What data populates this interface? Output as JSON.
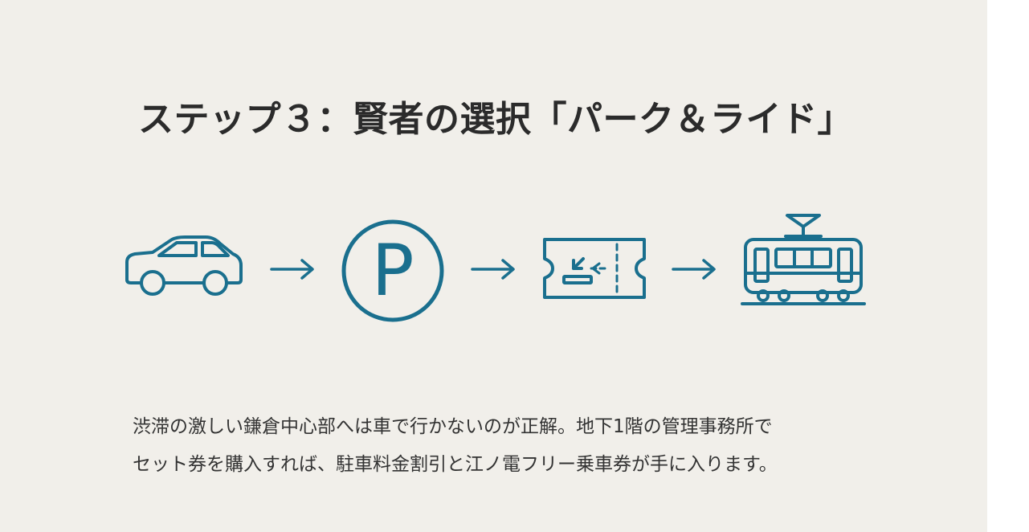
{
  "title": "ステップ３：賢者の選択「パーク＆ライド」",
  "body": {
    "line1": "渋滞の激しい鎌倉中心部へは車で行かないのが正解。地下1階の管理事務所で",
    "line2": "セット券を購入すれば、駐車料金割引と江ノ電フリー乗車券が手に入ります。"
  },
  "steps": [
    {
      "icon": "car-icon"
    },
    {
      "icon": "parking-icon",
      "label": "P"
    },
    {
      "icon": "ticket-icon"
    },
    {
      "icon": "tram-icon"
    }
  ],
  "colors": {
    "accent": "#1a6f8e",
    "background": "#f1efea",
    "text": "#2b2b2b"
  }
}
